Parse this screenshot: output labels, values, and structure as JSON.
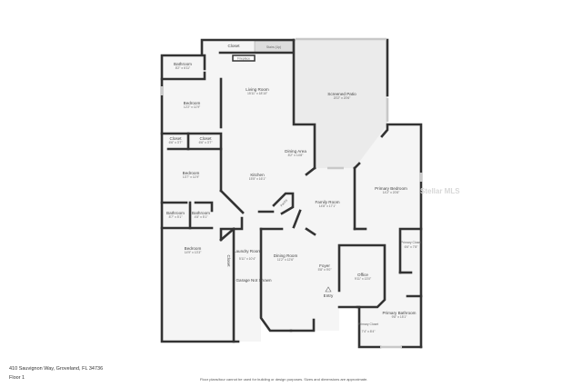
{
  "rooms": {
    "bathroom1": {
      "name": "Bathroom",
      "dims": "8'2\" x 6'11\""
    },
    "bedroom1": {
      "name": "Bedroom",
      "dims": "12'2\" x 11'9\""
    },
    "closet1": {
      "name": "Closet",
      "dims": "6'6\" x 3'7\""
    },
    "closet2": {
      "name": "Closet",
      "dims": "6'6\" x 3'7\""
    },
    "bedroom2": {
      "name": "Bedroom",
      "dims": "13'7\" x 11'9\""
    },
    "bathroom2": {
      "name": "Bathroom",
      "dims": "8'7\" x 5'1\""
    },
    "bathroom3": {
      "name": "Bathroom",
      "dims": "4'8\" x 5'1\""
    },
    "bedroom3": {
      "name": "Bedroom",
      "dims": "14'9\" x 13'3\""
    },
    "closet_small": {
      "name": "Closet"
    },
    "laundry": {
      "name": "Laundry Room",
      "dims": "5'11\" x 10'4\""
    },
    "closet_top": {
      "name": "Closet"
    },
    "stairs": {
      "name": "Stairs (Up)"
    },
    "fireplace": {
      "name": "Fireplace"
    },
    "living": {
      "name": "Living Room",
      "dims": "15'11\" x 18'10\""
    },
    "kitchen": {
      "name": "Kitchen",
      "dims": "15'5\" x 16'1\""
    },
    "pantry": {
      "name": "Pantry"
    },
    "dining_area": {
      "name": "Dining Area",
      "dims": "8'2\" x 14'8\""
    },
    "patio": {
      "name": "Screened Patio",
      "dims": "20'2\" x 20'6\""
    },
    "family": {
      "name": "Family Room",
      "dims": "14'8\" x 17'1\""
    },
    "dining_room": {
      "name": "Dining Room",
      "dims": "11'2\" x 12'6\""
    },
    "foyer": {
      "name": "Foyer",
      "dims": "5'8\" x 9'0\""
    },
    "office": {
      "name": "Office",
      "dims": "9'11\" x 13'0\""
    },
    "primary_bedroom": {
      "name": "Primary Bedroom",
      "dims": "14'2\" x 20'8\""
    },
    "primary_closet1": {
      "name": "Primary Closet",
      "dims": "6'6\" x 7'8\""
    },
    "primary_closet2": {
      "name": "Primary Closet",
      "dims": "7'4\" x 8'4\""
    },
    "primary_bathroom": {
      "name": "Primary Bathroom",
      "dims": "9'8\" x 15'1\""
    },
    "garage": {
      "name": "Garage Not Shown"
    },
    "entry": {
      "name": "Entry"
    }
  },
  "footer": {
    "address": "410 Sauvignon Way, Groveland, FL 34736",
    "floor": "Floor 1",
    "disclaimer": "Floor plans/tour cannot be used for building or design purposes. Sizes and dimensions are approximate."
  },
  "watermark": "Stellar MLS",
  "colors": {
    "wall": "#333333",
    "floor": "#f4f4f4",
    "patio": "#ececec"
  }
}
